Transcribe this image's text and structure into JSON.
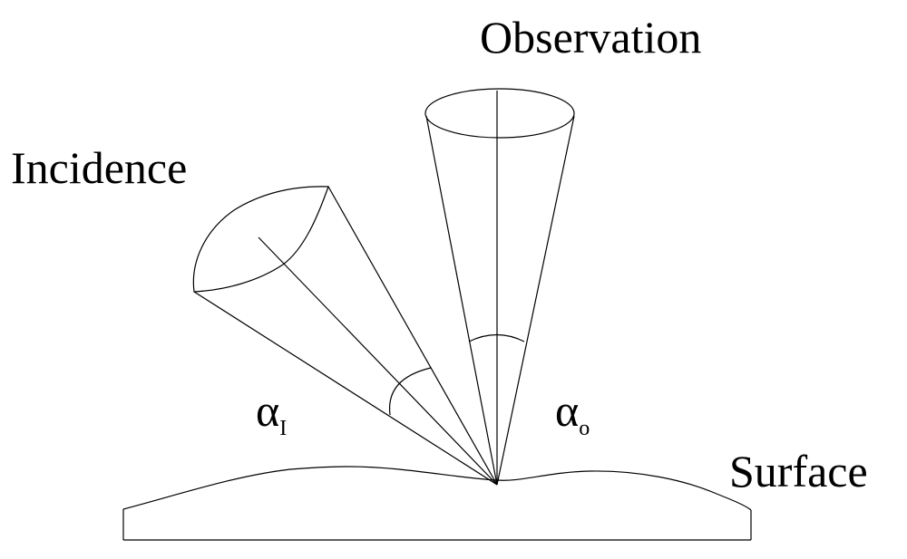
{
  "labels": {
    "observation": "Observation",
    "incidence": "Incidence",
    "surface": "Surface",
    "alpha_incidence": {
      "symbol": "α",
      "subscript": "I"
    },
    "alpha_observation": {
      "symbol": "α",
      "subscript": "o"
    }
  }
}
